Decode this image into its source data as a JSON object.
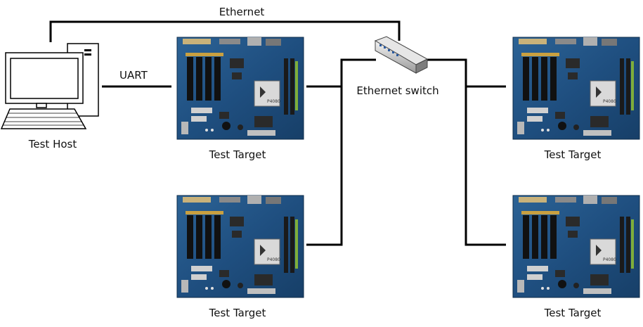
{
  "labels": {
    "ethernet": "Ethernet",
    "uart": "UART",
    "switch": "Ethernet switch",
    "host": "Test Host",
    "target1": "Test Target",
    "target2": "Test Target",
    "target3": "Test Target",
    "target4": "Test Target"
  },
  "board_chip_text": "P4080",
  "colors": {
    "line": "#000000",
    "board": "#1f4f80",
    "board_dark": "#163a5e"
  }
}
